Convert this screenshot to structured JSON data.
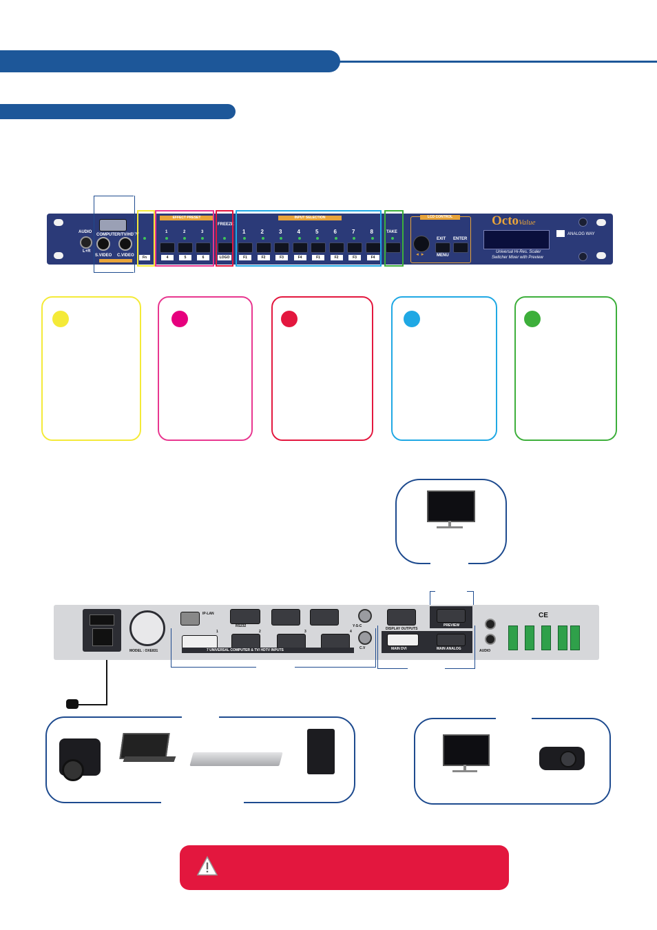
{
  "front_panel": {
    "audio_label": "AUDIO",
    "audio_sub": "L+R",
    "computer_label": "COMPUTER/TV/HDTV",
    "svideo_label": "S.VIDEO",
    "cvideo_label": "C.VIDEO",
    "fn_label": "Fn",
    "effect_preset_title": "EFFECT PRESET",
    "preset_numbers": [
      "1",
      "2",
      "3"
    ],
    "preset_keys": [
      "4",
      "5",
      "6"
    ],
    "freeze_label": "FREEZE",
    "logo_label": "LOGO",
    "input_selection_title": "INPUT SELECTION",
    "input_numbers": [
      "1",
      "2",
      "3",
      "4",
      "5",
      "6",
      "7",
      "8"
    ],
    "input_keys": [
      "F1",
      "F2",
      "F3",
      "F4",
      "F1",
      "F2",
      "F3",
      "F4"
    ],
    "take_label": "TAKE",
    "lcd_control_title": "LCD CONTROL",
    "exit_label": "EXIT",
    "enter_label": "ENTER",
    "menu_label": "MENU",
    "knob_arrows": "◄ ►",
    "brand_octo": "Octo",
    "brand_value": "Value",
    "tagline_1": "Universal Hi-Res. Scaler",
    "tagline_2": "Switcher Mixer with Preview",
    "maker": "ANALOG WAY"
  },
  "rear_panel": {
    "iplan_label": "IP-LAN",
    "rs232_label": "RS232",
    "inputs_label": "7 UNIVERSAL COMPUTER & TV/ HDTV INPUTS",
    "input_numbers": [
      "1",
      "2",
      "3",
      "4"
    ],
    "cv_label": "C.V",
    "ysc_label": "Y-S-C",
    "display_outputs_label": "DISPLAY OUTPUTS",
    "preview_label": "PREVIEW",
    "main_dvi_label": "MAIN DVI",
    "main_analog_label": "MAIN ANALOG",
    "model_label": "MODEL : OXE831",
    "audio_label": "AUDIO",
    "ce_label": "CE"
  },
  "warning_icon": "warning-triangle",
  "colors": {
    "brand_blue": "#1d5799",
    "yellow": "#f4ea38",
    "magenta": "#e8368f",
    "red": "#e3173e",
    "cyan": "#1fa8e4",
    "green": "#3daf3b",
    "navy": "#1d4a8e"
  }
}
